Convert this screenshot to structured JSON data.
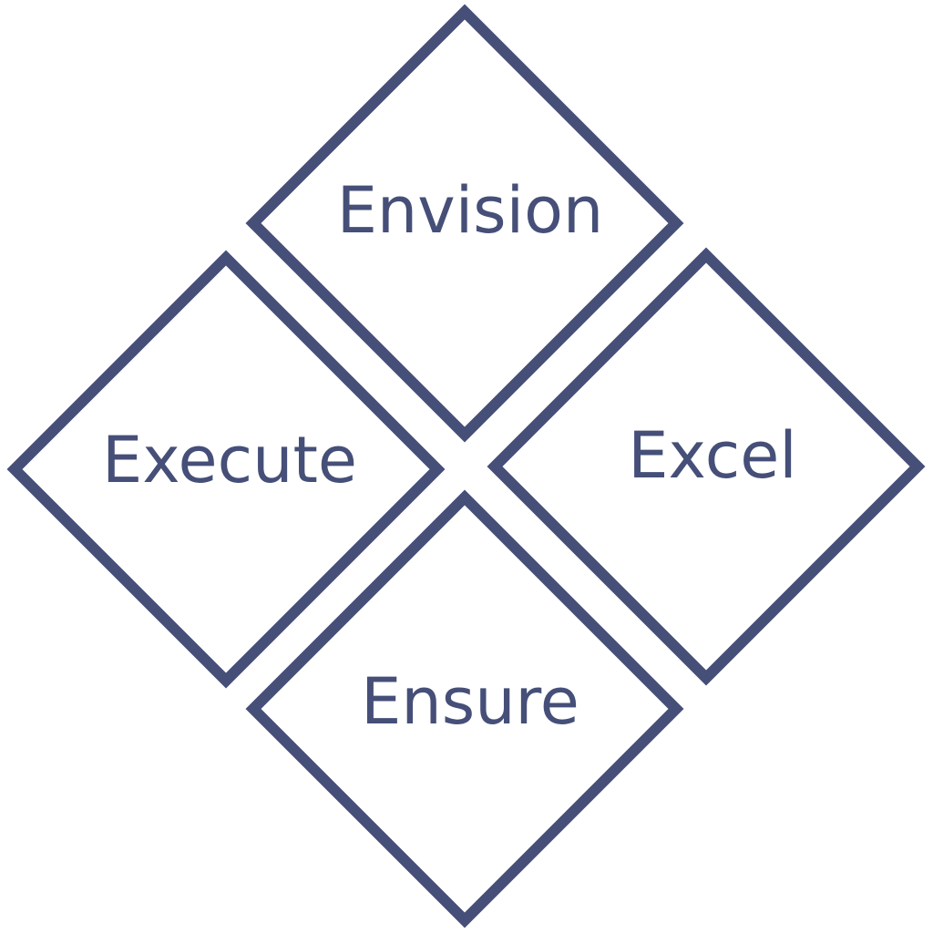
{
  "diagram": {
    "type": "four-diamond cycle",
    "stroke_color": "#454F78",
    "text_color": "#454F78",
    "background": "#FFFFFF",
    "nodes": [
      {
        "id": "top",
        "label": "Envision"
      },
      {
        "id": "left",
        "label": "Execute"
      },
      {
        "id": "right",
        "label": "Excel"
      },
      {
        "id": "bottom",
        "label": "Ensure"
      }
    ]
  }
}
